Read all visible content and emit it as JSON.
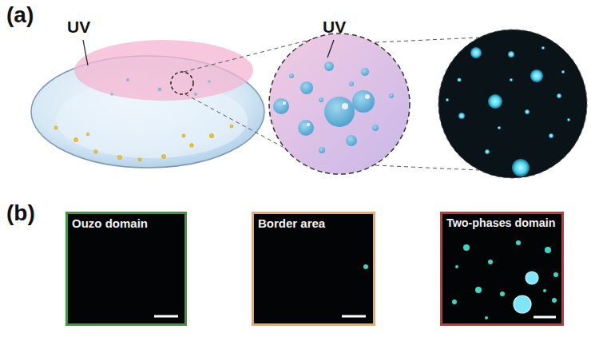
{
  "diagram": {
    "nodes": [
      {
        "text": [
          "Ouzo domain"
        ]
      },
      {
        "text": [
          "Border area"
        ]
      },
      {
        "text": [
          "Two-phases domain"
        ]
      }
    ],
    "labels": [
      "(a)",
      "UV",
      "UV",
      "(b)"
    ]
  }
}
